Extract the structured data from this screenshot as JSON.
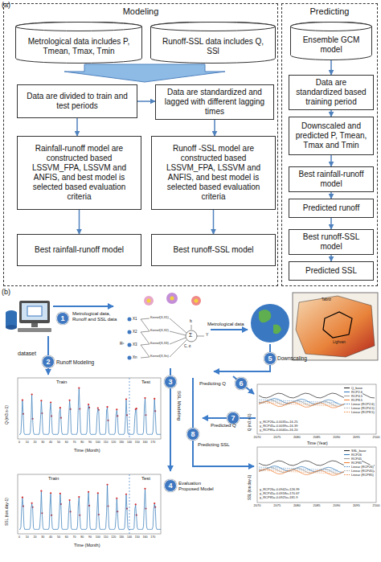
{
  "diagram": {
    "nodes": [
      {
        "text": [
          "Modeling"
        ]
      },
      {
        "text": [
          "Metrological data includes P, Tmean, Tmax, Tmin"
        ],
        "in": 0
      },
      {
        "text": [
          "Runoff-SSL data includes Q, SSl"
        ],
        "in": 0
      },
      {
        "text": [
          "Data are divided to train and test periods"
        ],
        "in": 0
      },
      {
        "text": [
          "Data are standardized and lagged with different lagging times"
        ],
        "in": 0
      },
      {
        "text": [
          "Rainfall-runoff model are constructed based LSSVM_FPA, LSSVM and ANFIS, and best model is selected based evaluation criteria"
        ],
        "in": 0
      },
      {
        "text": [
          "Runoff -SSL model are constructed based LSSVM_FPA, LSSVM and ANFIS, and best model is selected based evaluation criteria"
        ],
        "in": 0
      },
      {
        "text": [
          "Best rainfall-runoff model"
        ],
        "in": 0
      },
      {
        "text": [
          "Best runoff-SSL model"
        ],
        "in": 0
      },
      {
        "text": [
          "Predicting"
        ]
      },
      {
        "text": [
          "Ensemble GCM model"
        ],
        "in": 9
      },
      {
        "text": [
          "Data are standardized based training period"
        ],
        "in": 9
      },
      {
        "text": [
          "Downscaled and predicted P, Tmean, Tmax and Tmin"
        ],
        "in": 9
      },
      {
        "text": [
          "Best rainfall-runoff model"
        ],
        "in": 9
      },
      {
        "text": [
          "Predicted runoff"
        ],
        "in": 9
      },
      {
        "text": [
          "Best runoff-SSL model"
        ],
        "in": 9
      },
      {
        "text": [
          "Predicted SSL"
        ],
        "in": 9
      },
      {
        "text": [
          "1"
        ]
      },
      {
        "text": [
          "2"
        ]
      },
      {
        "text": [
          "3"
        ]
      },
      {
        "text": [
          "4"
        ]
      },
      {
        "text": [
          "5"
        ]
      },
      {
        "text": [
          "6"
        ]
      },
      {
        "text": [
          "7"
        ]
      },
      {
        "text": [
          "8"
        ]
      }
    ],
    "edges": [
      {
        "from": 3,
        "to": 4,
        "arrow": "to"
      },
      {
        "from": 3,
        "to": 5,
        "arrow": "to"
      },
      {
        "from": 4,
        "to": 6,
        "arrow": "to"
      },
      {
        "from": 5,
        "to": 7,
        "arrow": "to"
      },
      {
        "from": 6,
        "to": 8,
        "arrow": "to"
      },
      {
        "from": 10,
        "to": 11,
        "arrow": "to"
      },
      {
        "from": 11,
        "to": 12,
        "arrow": "to"
      },
      {
        "from": 12,
        "to": 13,
        "arrow": "to"
      },
      {
        "from": 13,
        "to": 14,
        "arrow": "to"
      },
      {
        "from": 14,
        "to": 15,
        "arrow": "to"
      },
      {
        "from": 15,
        "to": 16,
        "arrow": "to"
      }
    ],
    "labels": [
      "(a)",
      "(b)",
      "Metrological data, Runoff and SSL data",
      "dataset",
      "Runoff Modeling",
      "SSL Modeling",
      "Evaluation Proposed Model",
      "Metrological data",
      "Downscaling",
      "Predicting Q",
      "Predicted Q",
      "Predicting SSL",
      "X1",
      "X2",
      "X3",
      "Xn",
      "Kernel(X,X1)",
      "Kernel(X,X2)",
      "Kernel(X,X3)",
      "Kernel(X,Xn)",
      "Σ",
      "b",
      "Y",
      "C, α",
      "Rⁿ",
      "Tabriz",
      "Lighvan",
      "Train",
      "Test",
      "Q (m3.s-1)",
      "Time (Month)",
      "0",
      "10",
      "20",
      "30",
      "40",
      "50",
      "60",
      "70",
      "80",
      "90",
      "100",
      "110",
      "120",
      "130",
      "140",
      "150",
      "160",
      "170",
      "Train",
      "Test",
      "SSL (ton.day-1)",
      "Time (Month)",
      "0",
      "10",
      "20",
      "30",
      "40",
      "50",
      "60",
      "70",
      "80",
      "90",
      "100",
      "110",
      "120",
      "130",
      "140",
      "150",
      "160",
      "170",
      "Q (m3.s-1)",
      "Time (Year)",
      "2070",
      "2075",
      "2080",
      "2085",
      "2090",
      "2095",
      "2100",
      "y_RCP26=-0.0035x+16.25",
      "y_RCP45=-0.0039x+16.39",
      "y_RCP85=-0.0040x+16.20",
      "SSL (ton.day-1)",
      "2070",
      "2075",
      "2080",
      "2085",
      "2090",
      "2095",
      "2100",
      "y_RCP26=-0.0942x+126.99",
      "y_RCP45=-0.0918x+170.67",
      "y_RCP85=-0.0925x+181.9"
    ],
    "legend": [
      {
        "text": "Q_base"
      },
      {
        "text": "RCP2.6"
      },
      {
        "text": "RCP4.5"
      },
      {
        "text": "RCP8.5"
      },
      {
        "text": "Linear (RCP2.6)"
      },
      {
        "text": "Linear (RCP4.5)"
      },
      {
        "text": "Linear (RCP8.5)"
      },
      {
        "text": "SSL_base"
      },
      {
        "text": "RCP26"
      },
      {
        "text": "RCP45"
      },
      {
        "text": "RCP85"
      },
      {
        "text": "Linear (RCP26)"
      },
      {
        "text": "Linear (RCP45)"
      },
      {
        "text": "Linear (RCP85)"
      }
    ]
  }
}
